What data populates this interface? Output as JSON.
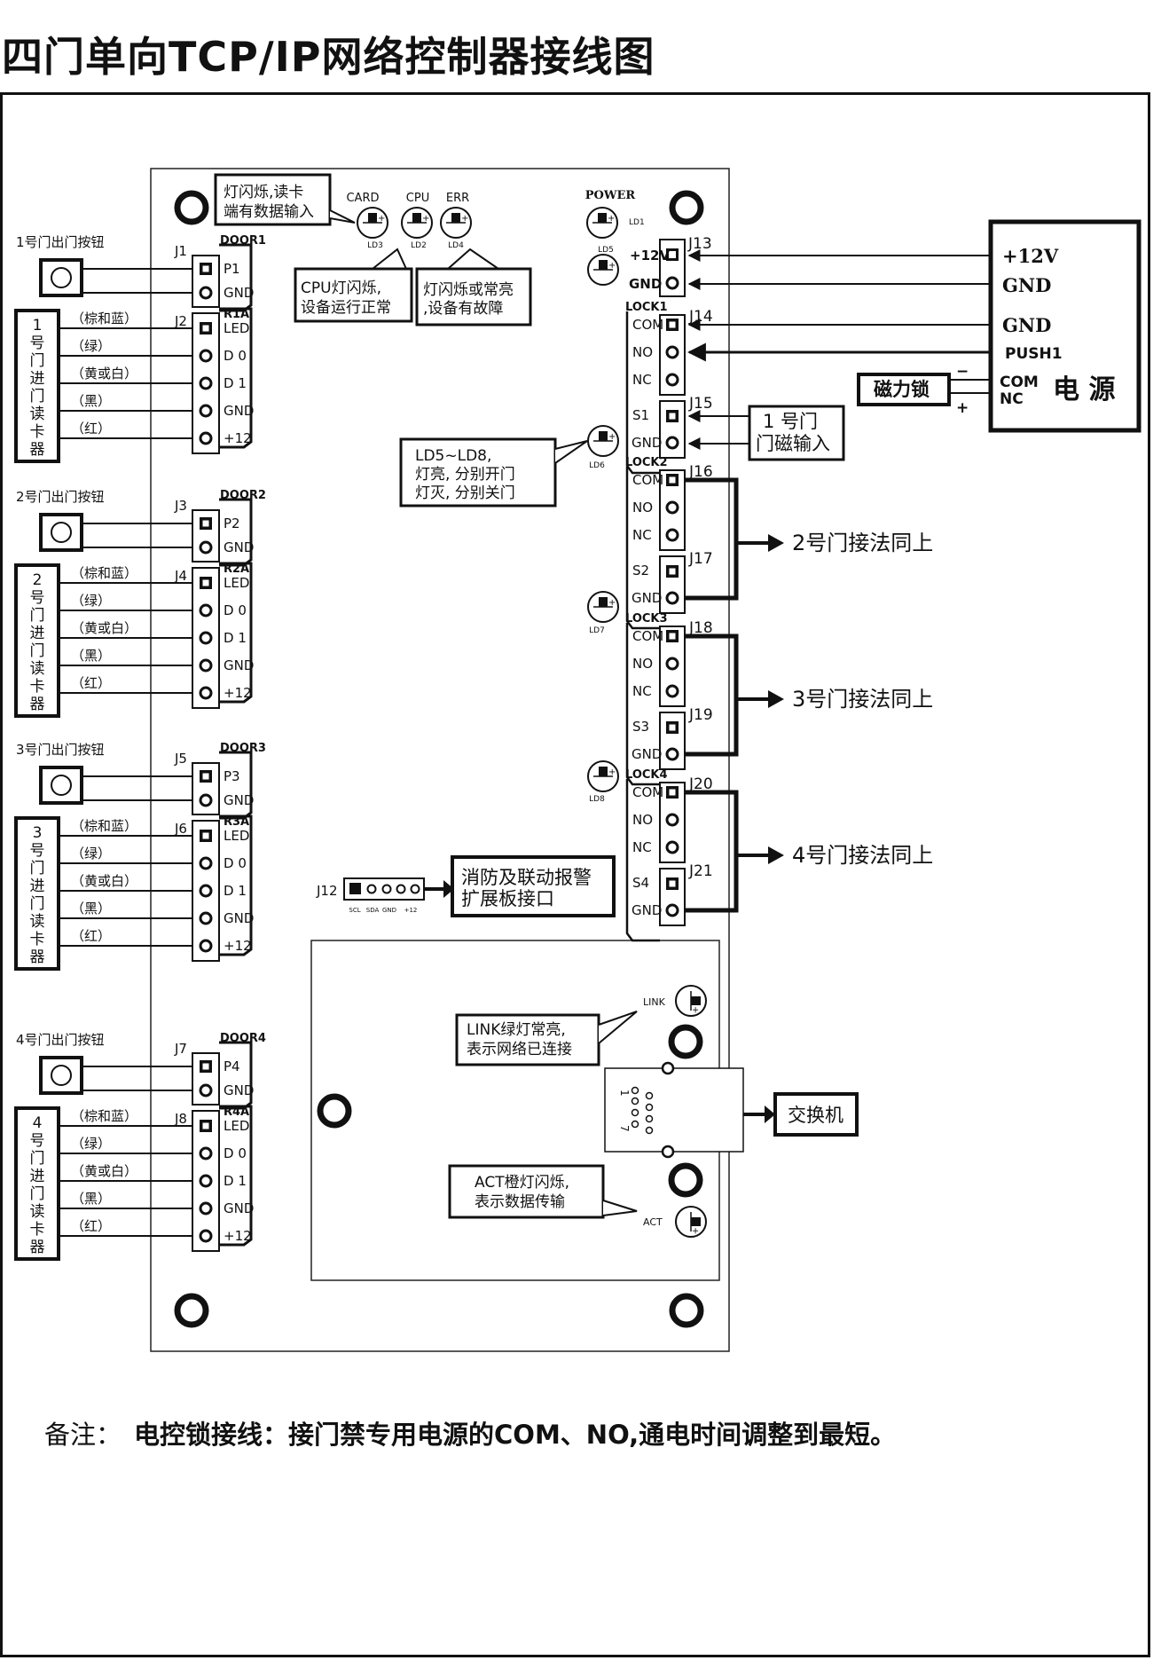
{
  "title": "四门单向TCP/IP网络控制器接线图",
  "leds": {
    "card": "CARD",
    "cpu": "CPU",
    "err": "ERR",
    "ld3": "LD3",
    "ld2": "LD2",
    "ld4": "LD4",
    "power": "POWER",
    "ld1": "LD1",
    "ld5": "LD5",
    "ld6": "LD6",
    "ld7": "LD7",
    "ld8": "LD8",
    "link": "LINK",
    "act": "ACT"
  },
  "callouts": {
    "card_1": "灯闪烁,读卡",
    "card_2": "端有数据输入",
    "cpu_1": "CPU灯闪烁,",
    "cpu_2": "设备运行正常",
    "err_1": "灯闪烁或常亮",
    "err_2": ",设备有故障",
    "ld58_1": "LD5~LD8,",
    "ld58_2": "灯亮, 分别开门",
    "ld58_3": "灯灭, 分别关门",
    "link_1": "LINK绿灯常亮,",
    "link_2": "表示网络已连接",
    "act_1": "ACT橙灯闪烁,",
    "act_2": "表示数据传输",
    "fire_1": "消防及联动报警",
    "fire_2": "扩展板接口"
  },
  "doors": [
    {
      "button": "1号门出门按钮",
      "reader": [
        "1",
        "号",
        "门",
        "进",
        "门",
        "读",
        "卡",
        "器"
      ],
      "jb": "J1",
      "jr": "J2",
      "door": "DOOR1",
      "rlabel": "R1A",
      "p": "P1"
    },
    {
      "button": "2号门出门按钮",
      "reader": [
        "2",
        "号",
        "门",
        "进",
        "门",
        "读",
        "卡",
        "器"
      ],
      "jb": "J3",
      "jr": "J4",
      "door": "DOOR2",
      "rlabel": "R2A",
      "p": "P2"
    },
    {
      "button": "3号门出门按钮",
      "reader": [
        "3",
        "号",
        "门",
        "进",
        "门",
        "读",
        "卡",
        "器"
      ],
      "jb": "J5",
      "jr": "J6",
      "door": "DOOR3",
      "rlabel": "R3A",
      "p": "P3"
    },
    {
      "button": "4号门出门按钮",
      "reader": [
        "4",
        "号",
        "门",
        "进",
        "门",
        "读",
        "卡",
        "器"
      ],
      "jb": "J7",
      "jr": "J8",
      "door": "DOOR4",
      "rlabel": "R4A",
      "p": "P4"
    }
  ],
  "wires": [
    "（棕和蓝）",
    "（绿）",
    "（黄或白）",
    "（黑）",
    "（红）"
  ],
  "reader_pins": [
    "LED",
    "D 0",
    "D 1",
    "GND",
    "+12"
  ],
  "gnd": "GND",
  "right": {
    "j13": "J13",
    "p12v": "+12V",
    "pgnd": "GND",
    "locks": [
      {
        "lock": "LOCK1",
        "j": "J14",
        "sj": "J15",
        "s": "S1"
      },
      {
        "lock": "LOCK2",
        "j": "J16",
        "sj": "J17",
        "s": "S2"
      },
      {
        "lock": "LOCK3",
        "j": "J18",
        "sj": "J19",
        "s": "S3"
      },
      {
        "lock": "LOCK4",
        "j": "J20",
        "sj": "J21",
        "s": "S4"
      }
    ],
    "com": "COM",
    "no": "NO",
    "nc": "NC",
    "same": [
      "2号门接法同上",
      "3号门接法同上",
      "4号门接法同上"
    ]
  },
  "power": {
    "v12": "+12V",
    "gnd1": "GND",
    "gnd2": "GND",
    "push": "PUSH1",
    "com": "COM",
    "nc": "NC",
    "name": "电 源",
    "maglock": "磁力锁",
    "minus": "−",
    "plus": "+"
  },
  "sensor_1": "1 号门",
  "sensor_2": "门磁输入",
  "j12": {
    "label": "J12",
    "pins": [
      "SCL",
      "SDA",
      "GND",
      "+12"
    ]
  },
  "rj45": {
    "pin1": "1",
    "pin7": "7"
  },
  "switch": "交换机",
  "note": {
    "head": "备注：",
    "body": "电控锁接线：接门禁专用电源的COM、NO,通电时间调整到最短。"
  }
}
